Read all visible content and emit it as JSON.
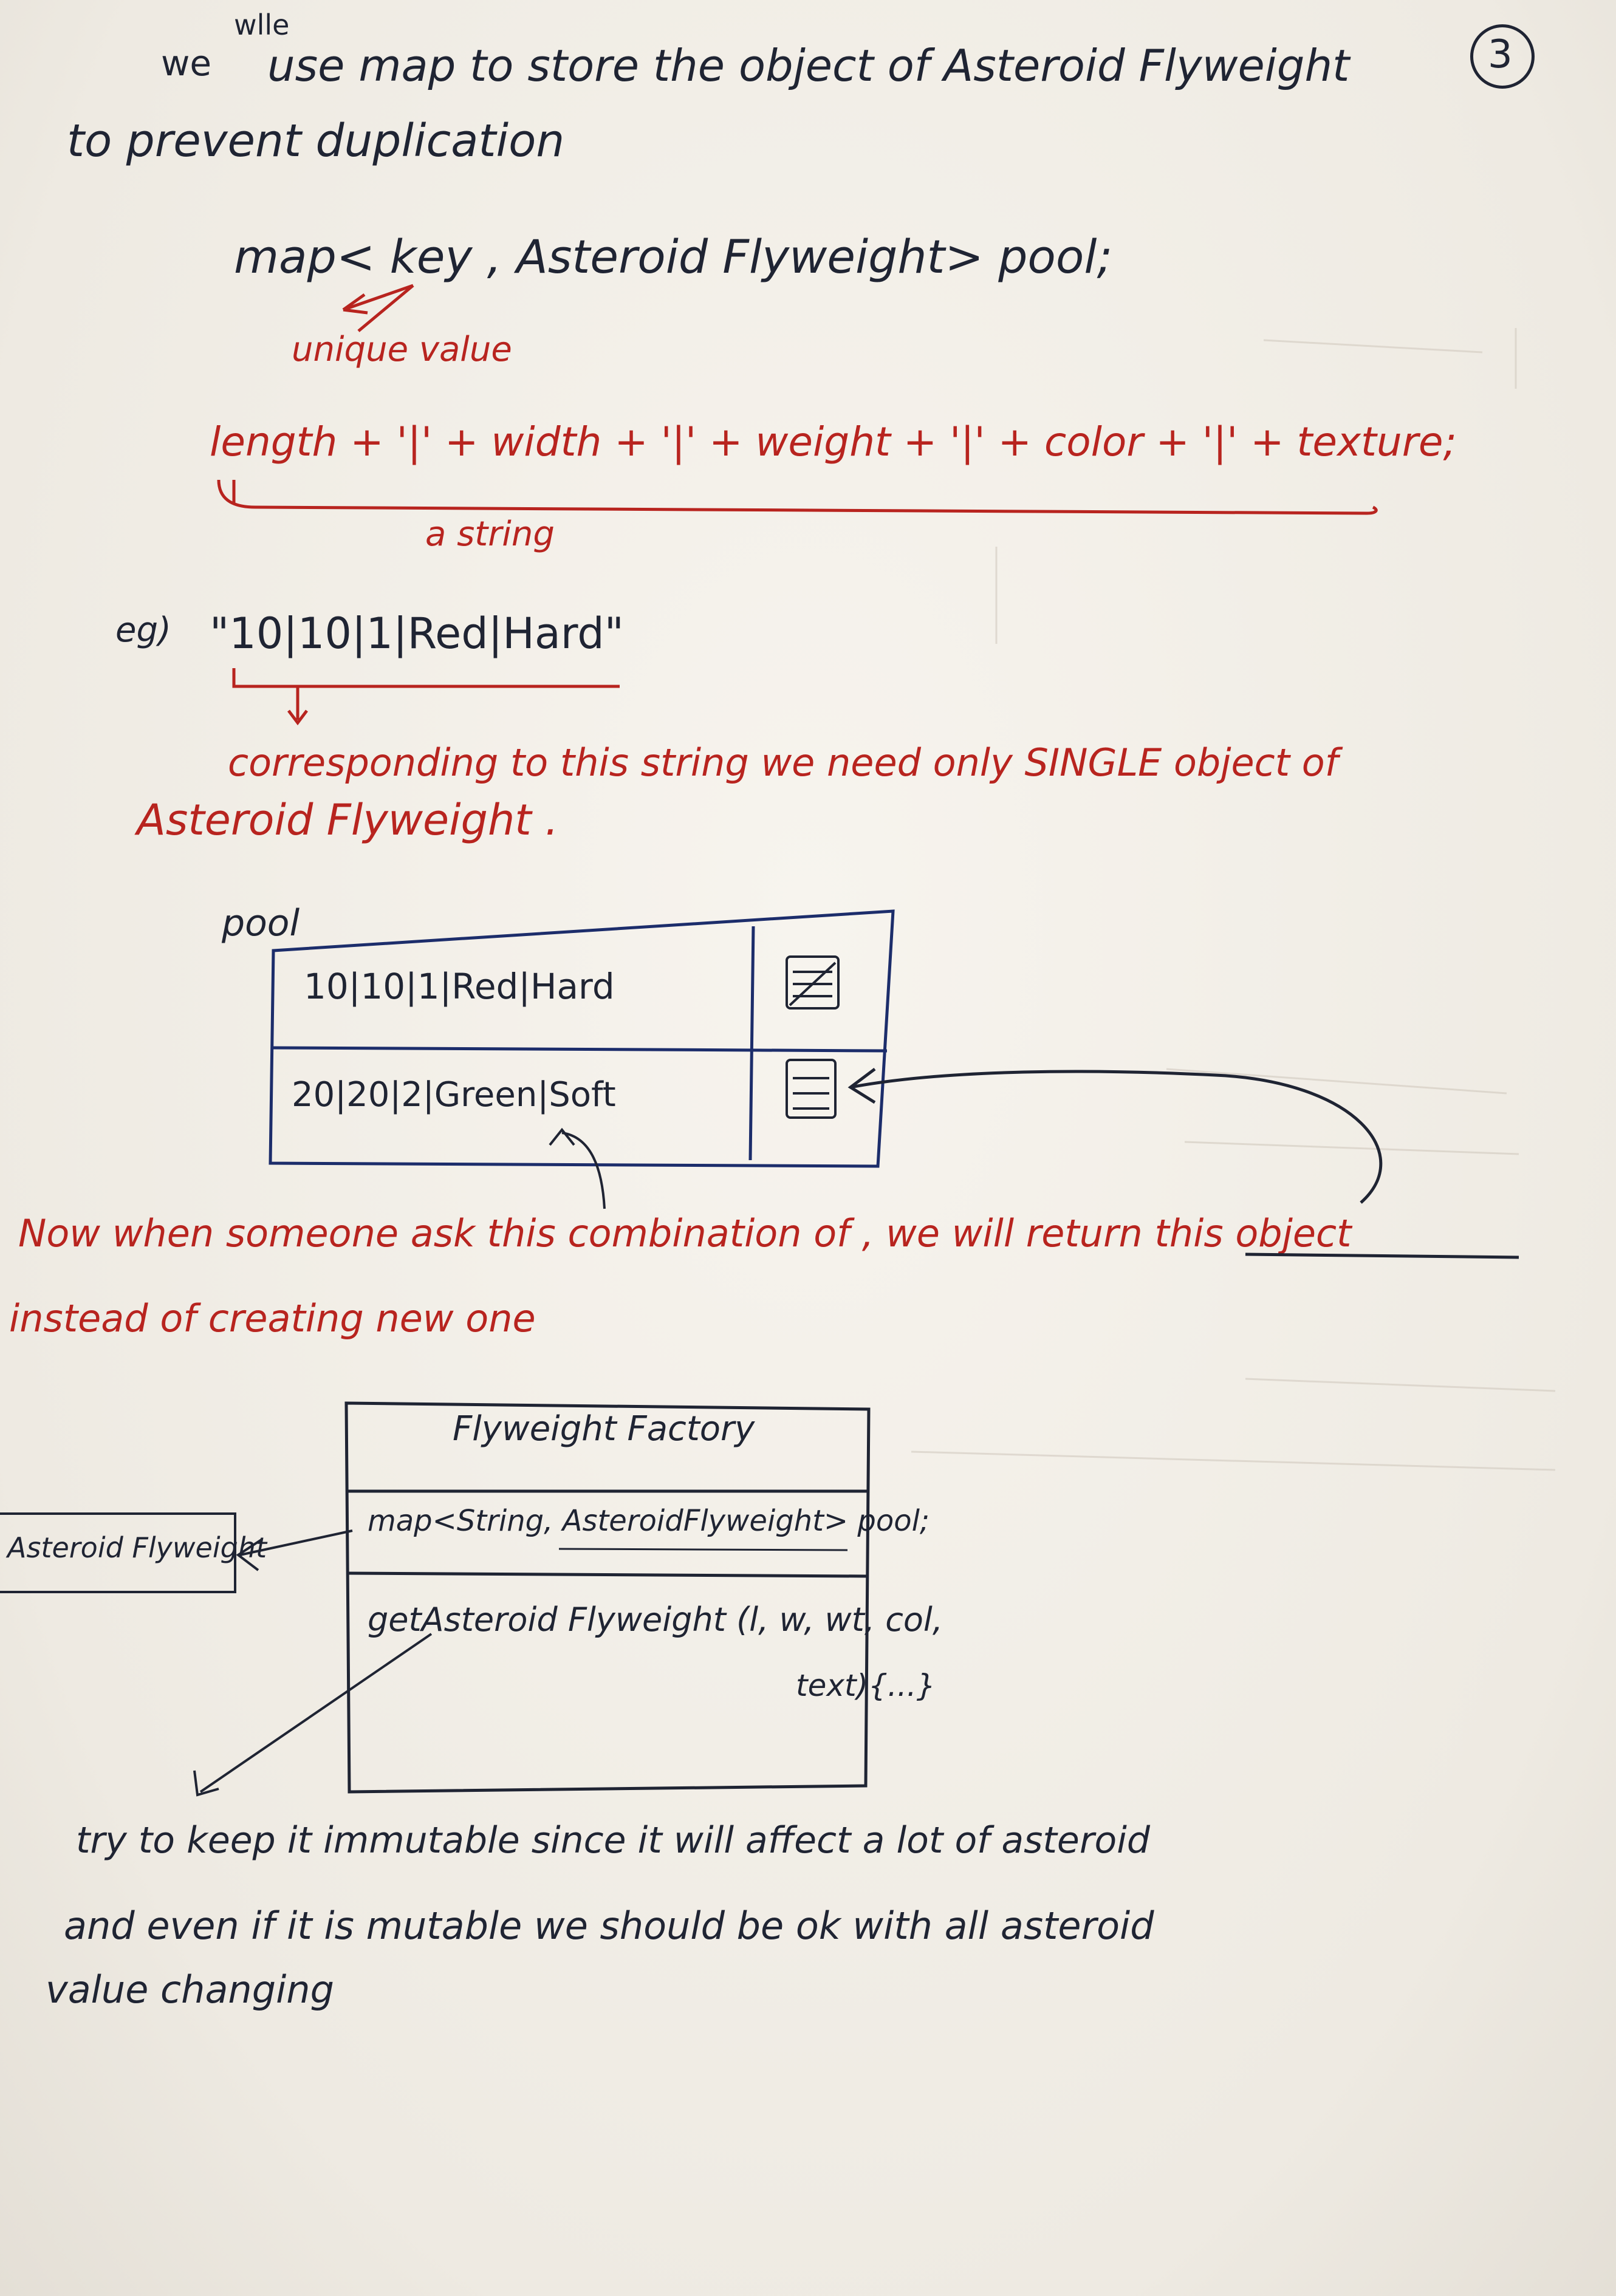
{
  "page_number": "3",
  "intro": {
    "we": "we",
    "will": "wlle",
    "line1": "use map to store the object of Asteroid Flyweight",
    "line2": "to prevent duplication"
  },
  "map_decl": "map< key , Asteroid Flyweight> pool;",
  "unique_value": "unique value",
  "key_formula": "length + '|' + width + '|' + weight + '|' + color + '|' + texture;",
  "a_string": "a string",
  "example_label": "eg)",
  "example_value": "\"10|10|1|Red|Hard\"",
  "corresponding": {
    "line1": "corresponding to this string we need only SINGLE object of",
    "line2": "Asteroid Flyweight ."
  },
  "pool_label": "pool",
  "pool_rows": [
    {
      "key": "10|10|1|Red|Hard"
    },
    {
      "key": "20|20|2|Green|Soft"
    }
  ],
  "now_text": {
    "line1": "Now when someone ask this combination of , we will return this object",
    "line2": "instead of creating new one"
  },
  "factory": {
    "title": "Flyweight Factory",
    "field": "map<String, AsteroidFlyweight> pool;",
    "method_line1": "getAsteroid Flyweight (l, w, wt, col,",
    "method_line2": "text){...}"
  },
  "asteroid_box": "Asteroid Flyweight",
  "footer": {
    "line1": "try to keep it immutable since it will affect a lot of asteroid",
    "line2": "and even if it is mutable we should be ok with all asteroid",
    "line3": "value changing"
  },
  "colors": {
    "ink_black": "#1f2433",
    "ink_red": "#b8241f",
    "ink_blue": "#1c2d6b",
    "paper": "#f3f0ea"
  }
}
